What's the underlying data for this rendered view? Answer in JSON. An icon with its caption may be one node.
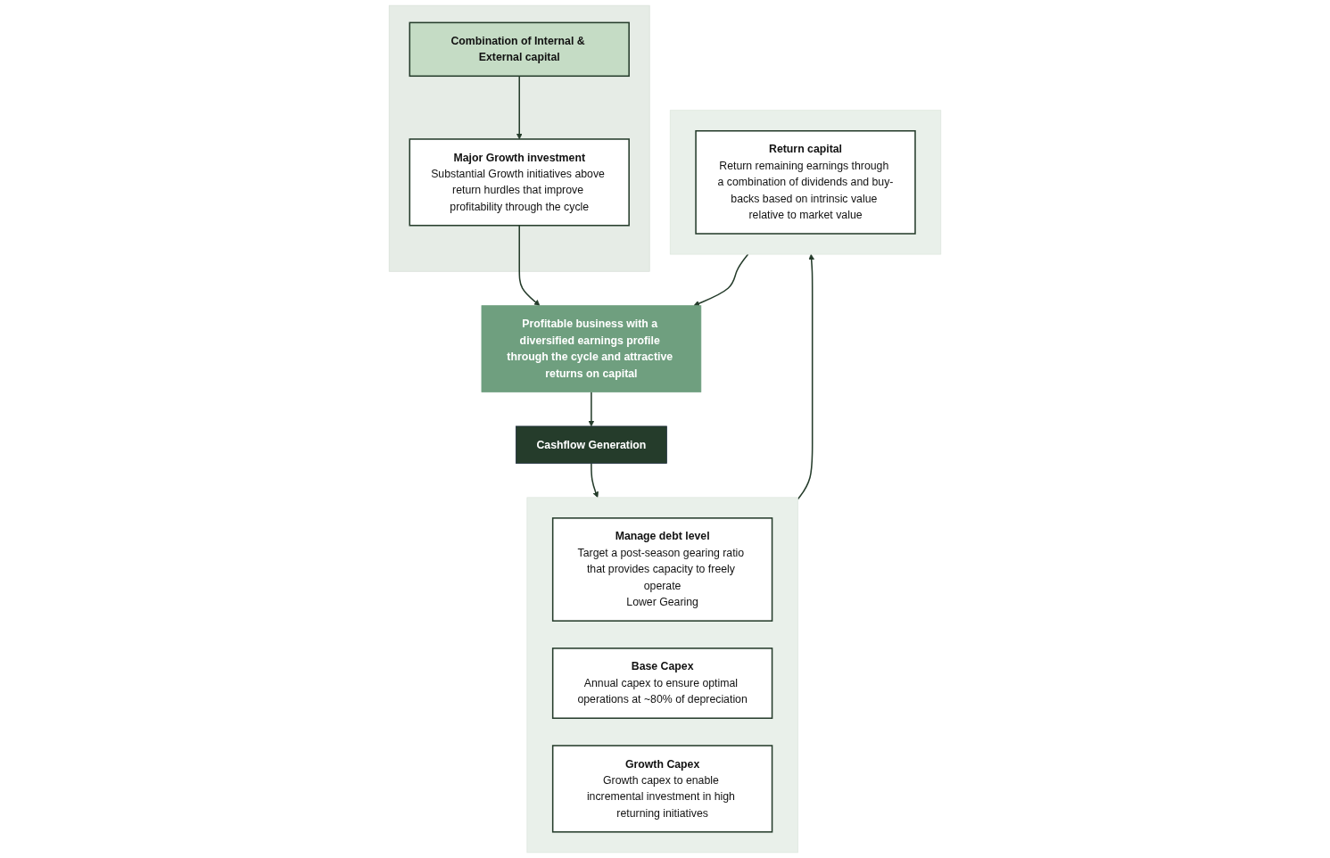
{
  "diagram": {
    "nodes": [
      {
        "text": [
          "Cashflow Generation"
        ]
      },
      {
        "text": [],
        "shape": "box"
      },
      {
        "text": [
          "Manage debt level",
          "Target a post-season gearing ratio that provides capacity to freely operate",
          "Lower Gearing"
        ],
        "in": 1
      },
      {
        "text": [
          "Base Capex",
          "Annual capex to ensure optimal operations at ~80% of depreciation"
        ],
        "in": 1
      },
      {
        "text": [
          "Growth Capex",
          "Growth capex to enable incremental investment in high returning initiatives"
        ],
        "in": 1
      },
      {
        "text": [],
        "shape": "box"
      },
      {
        "text": [
          "Return capital",
          "Return remaining earnings through a combination of dividends and buy-backs based on intrinsic value relative to market value"
        ],
        "in": 5
      },
      {
        "text": [
          "Profitable business with a diversified earnings profile through the cycle and attractive returns on capital"
        ]
      },
      {
        "text": [],
        "shape": "box"
      },
      {
        "text": [
          "Combination of Internal & External capital"
        ],
        "in": 8
      },
      {
        "text": [
          "Major Growth investment",
          "Substantial Growth initiatives above return hurdles that improve profitability through the cycle"
        ],
        "in": 8
      }
    ],
    "edges": [
      {
        "from": 0,
        "to": 1,
        "arrow": "to"
      },
      {
        "from": 1,
        "to": 5,
        "arrow": "to"
      },
      {
        "from": 5,
        "to": 7,
        "arrow": "to"
      },
      {
        "from": 9,
        "to": 10,
        "arrow": "to"
      },
      {
        "from": 10,
        "to": 7,
        "arrow": "to"
      },
      {
        "from": 7,
        "to": 0,
        "arrow": "to"
      }
    ]
  }
}
